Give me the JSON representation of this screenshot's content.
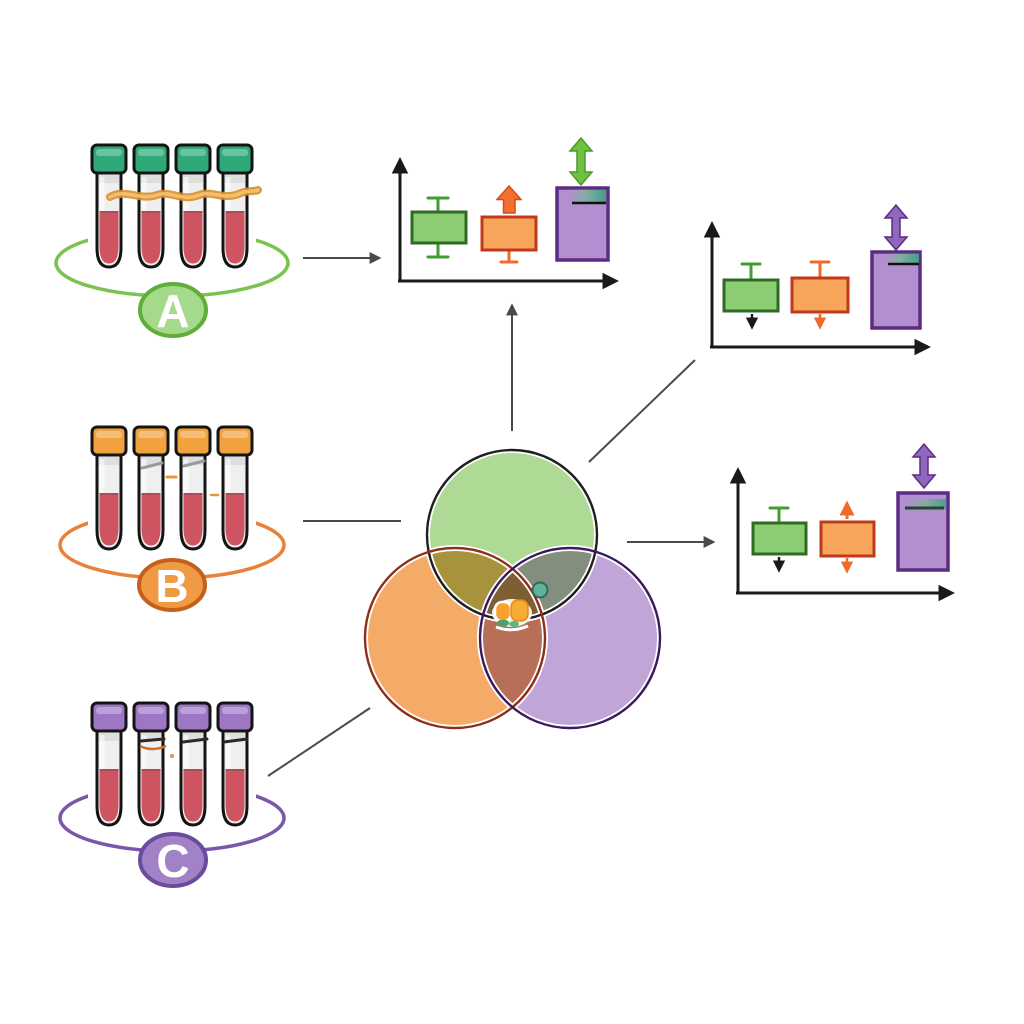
{
  "background": "#ffffff",
  "groups": [
    {
      "label": "A",
      "theme_color": "#6cbf45",
      "cap_color": "#2fa977",
      "arc_color": "#7cc250",
      "badge_fill": "#a5d98b",
      "badge_stroke": "#5fae3a",
      "letter_color": "#ffffff",
      "tube_count": 4,
      "tube_note": "amber-streak-across-tubes"
    },
    {
      "label": "B",
      "theme_color": "#e8813a",
      "cap_color": "#f2a13f",
      "arc_color": "#e8813a",
      "badge_fill": "#f09a44",
      "badge_stroke": "#c2601c",
      "letter_color": "#ffffff",
      "tube_count": 4,
      "tube_note": "gray-glass-marks"
    },
    {
      "label": "C",
      "theme_color": "#7a57a8",
      "cap_color": "#9d77c4",
      "arc_color": "#7a57a8",
      "badge_fill": "#a182c6",
      "badge_stroke": "#6a4c9e",
      "letter_color": "#ffffff",
      "tube_count": 4,
      "tube_note": "dark-meniscus-marks"
    }
  ],
  "tube": {
    "liquid_color": "#cd5460",
    "glass_color": "#efefef",
    "outline_color": "#141414"
  },
  "venn": {
    "circles": [
      {
        "group": "A",
        "fill": "#aeda95",
        "stroke": "#1f1f1f",
        "position": "top"
      },
      {
        "group": "B",
        "fill": "#f5ab68",
        "stroke": "#8e2f1b",
        "position": "bottom-left"
      },
      {
        "group": "C",
        "fill": "#c0a6d8",
        "stroke": "#3b1a5e",
        "position": "bottom-right"
      }
    ],
    "center_icon": "cells-icon",
    "dot_color": "#5fb39a"
  },
  "chart_data": [
    {
      "type": "bar",
      "id": "chart-top-center",
      "title": "",
      "xlabel": "",
      "ylabel": "",
      "categories": [
        "A",
        "B",
        "C"
      ],
      "series": [
        {
          "name": "A",
          "style": "box",
          "fill": "#8ccc72",
          "stroke": "#2f6b22",
          "top_marker": "whisker",
          "bottom_marker": "whisker",
          "trend": "stable"
        },
        {
          "name": "B",
          "style": "box",
          "fill": "#f8a55c",
          "stroke": "#c0391b",
          "top_marker": "block-arrow-up-orange",
          "bottom_marker": "whisker",
          "trend": "increase"
        },
        {
          "name": "C",
          "style": "box",
          "fill": "#b28fce",
          "stroke": "#5a2d82",
          "top_marker": "double-arrow-green",
          "band": "teal",
          "trend": "strong-change"
        }
      ]
    },
    {
      "type": "bar",
      "id": "chart-top-right",
      "title": "",
      "xlabel": "",
      "ylabel": "",
      "categories": [
        "A",
        "B",
        "C"
      ],
      "series": [
        {
          "name": "A",
          "style": "box",
          "fill": "#8ccc72",
          "stroke": "#2f6b22",
          "top_marker": "whisker",
          "bottom_marker": "arrow-down-black",
          "trend": "decrease"
        },
        {
          "name": "B",
          "style": "box",
          "fill": "#f8a55c",
          "stroke": "#c0391b",
          "top_marker": "whisker",
          "bottom_marker": "arrow-down-orange",
          "trend": "decrease"
        },
        {
          "name": "C",
          "style": "box",
          "fill": "#b28fce",
          "stroke": "#5a2d82",
          "top_marker": "double-arrow-purple",
          "band": "teal",
          "trend": "strong-change"
        }
      ]
    },
    {
      "type": "bar",
      "id": "chart-middle-right",
      "title": "",
      "xlabel": "",
      "ylabel": "",
      "categories": [
        "A",
        "B",
        "C"
      ],
      "series": [
        {
          "name": "A",
          "style": "box",
          "fill": "#8ccc72",
          "stroke": "#2f6b22",
          "top_marker": "whisker",
          "bottom_marker": "arrow-down-black",
          "trend": "decrease"
        },
        {
          "name": "B",
          "style": "box",
          "fill": "#f8a55c",
          "stroke": "#c0391b",
          "top_marker": "arrow-up-orange",
          "bottom_marker": "arrow-down-orange",
          "trend": "mixed"
        },
        {
          "name": "C",
          "style": "box",
          "fill": "#b28fce",
          "stroke": "#5a2d82",
          "top_marker": "double-arrow-purple",
          "band": "teal-line",
          "trend": "strong-change"
        }
      ]
    }
  ],
  "connectors": [
    {
      "from": "group-a",
      "to": "chart-top-center",
      "arrowhead": true
    },
    {
      "from": "group-b",
      "to": "venn",
      "arrowhead": false
    },
    {
      "from": "group-c",
      "to": "venn",
      "arrowhead": false
    },
    {
      "from": "venn",
      "to": "chart-top-center",
      "arrowhead": true
    },
    {
      "from": "venn",
      "to": "chart-top-right",
      "arrowhead": false
    },
    {
      "from": "venn",
      "to": "chart-middle-right",
      "arrowhead": true
    }
  ]
}
